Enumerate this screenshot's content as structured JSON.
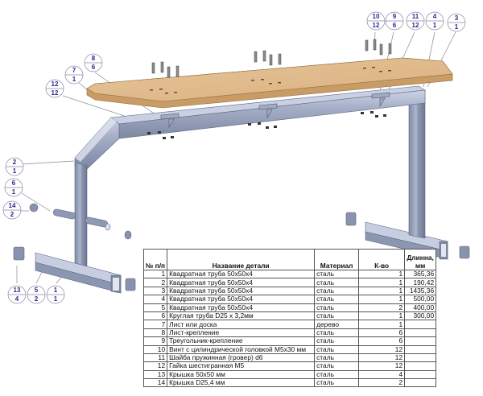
{
  "diagram": {
    "type": "exploded assembly drawing",
    "subject": "flat bench frame",
    "colors": {
      "wood_top": "#e0bb8a",
      "wood_edge": "#c79a63",
      "steel_light": "#c3cbe0",
      "steel_mid": "#9aa5c0",
      "steel_dark": "#6f7a94",
      "balloon_text": "#2a2a8a",
      "leader_line": "#8a8a8a"
    },
    "balloons": [
      {
        "id": "b-10-12",
        "item": "10",
        "qty": "12"
      },
      {
        "id": "b-9-6",
        "item": "9",
        "qty": "6"
      },
      {
        "id": "b-11-12",
        "item": "11",
        "qty": "12"
      },
      {
        "id": "b-4-1",
        "item": "4",
        "qty": "1"
      },
      {
        "id": "b-3-1",
        "item": "3",
        "qty": "1"
      },
      {
        "id": "b-8-6",
        "item": "8",
        "qty": "6"
      },
      {
        "id": "b-7-1",
        "item": "7",
        "qty": "1"
      },
      {
        "id": "b-12-12",
        "item": "12",
        "qty": "12"
      },
      {
        "id": "b-2-1",
        "item": "2",
        "qty": "1"
      },
      {
        "id": "b-6-1",
        "item": "6",
        "qty": "1"
      },
      {
        "id": "b-14-2",
        "item": "14",
        "qty": "2"
      },
      {
        "id": "b-13-4",
        "item": "13",
        "qty": "4"
      },
      {
        "id": "b-5-2",
        "item": "5",
        "qty": "2"
      },
      {
        "id": "b-1-1",
        "item": "1",
        "qty": "1"
      }
    ]
  },
  "parts_table": {
    "headers": {
      "num": "№ п/п",
      "name": "Название детали",
      "material": "Материал",
      "qty": "К-во",
      "length": "Длинна, мм"
    },
    "rows": [
      {
        "num": "1",
        "name": "Квадратная труба 50x50x4",
        "material": "сталь",
        "qty": "1",
        "length": "365,36"
      },
      {
        "num": "2",
        "name": "Квадратная труба 50x50x4",
        "material": "сталь",
        "qty": "1",
        "length": "190,42"
      },
      {
        "num": "3",
        "name": "Квадратная труба 50x50x4",
        "material": "сталь",
        "qty": "1",
        "length": "1435,36"
      },
      {
        "num": "4",
        "name": "Квадратная труба 50x50x4",
        "material": "сталь",
        "qty": "1",
        "length": "500,00"
      },
      {
        "num": "5",
        "name": "Квадратная труба 50x50x4",
        "material": "сталь",
        "qty": "2",
        "length": "400,00"
      },
      {
        "num": "6",
        "name": "Круглая труба D25 x 3,2мм",
        "material": "сталь",
        "qty": "1",
        "length": "300,00"
      },
      {
        "num": "7",
        "name": "Лист или доска",
        "material": "дерево",
        "qty": "1",
        "length": ""
      },
      {
        "num": "8",
        "name": "Лист-крепление",
        "material": "сталь",
        "qty": "6",
        "length": ""
      },
      {
        "num": "9",
        "name": "Треугольник-крепление",
        "material": "сталь",
        "qty": "6",
        "length": ""
      },
      {
        "num": "10",
        "name": "Винт с цилиндрической головкой M5x30 мм",
        "material": "сталь",
        "qty": "12",
        "length": ""
      },
      {
        "num": "11",
        "name": "Шайба пружинная (гровер) d6",
        "material": "сталь",
        "qty": "12",
        "length": ""
      },
      {
        "num": "12",
        "name": "Гайка шестигранная M5",
        "material": "сталь",
        "qty": "12",
        "length": ""
      },
      {
        "num": "13",
        "name": "Крышка 50x50 мм",
        "material": "сталь",
        "qty": "4",
        "length": ""
      },
      {
        "num": "14",
        "name": "Крышка D25,4 мм",
        "material": "сталь",
        "qty": "2",
        "length": ""
      }
    ]
  }
}
